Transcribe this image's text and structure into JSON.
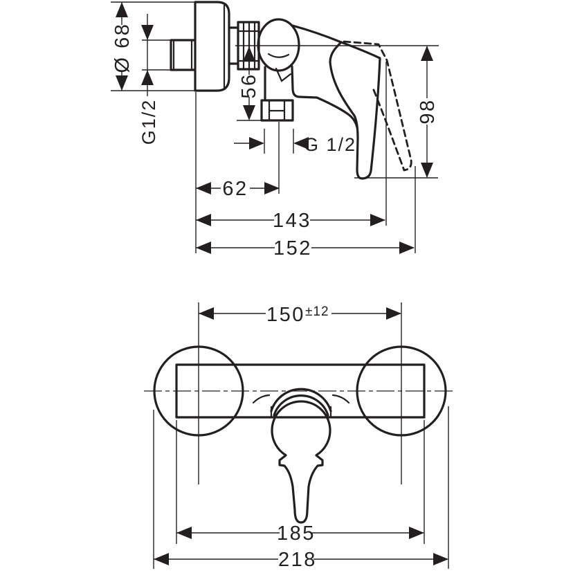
{
  "colors": {
    "line": "#231f20",
    "background": "#ffffff"
  },
  "top_view": {
    "flange_diameter": "Ø 68",
    "wall_thread": "G1/2",
    "outlet_drop": "56",
    "outlet_thread": "G 1/2",
    "handle_depth": "98",
    "outlet_offset": "62",
    "depth_to_handle": "143",
    "overall_depth": "152"
  },
  "front_view": {
    "connection_distance": "150",
    "connection_tolerance": "±12",
    "body_width": "185",
    "overall_width": "218"
  }
}
